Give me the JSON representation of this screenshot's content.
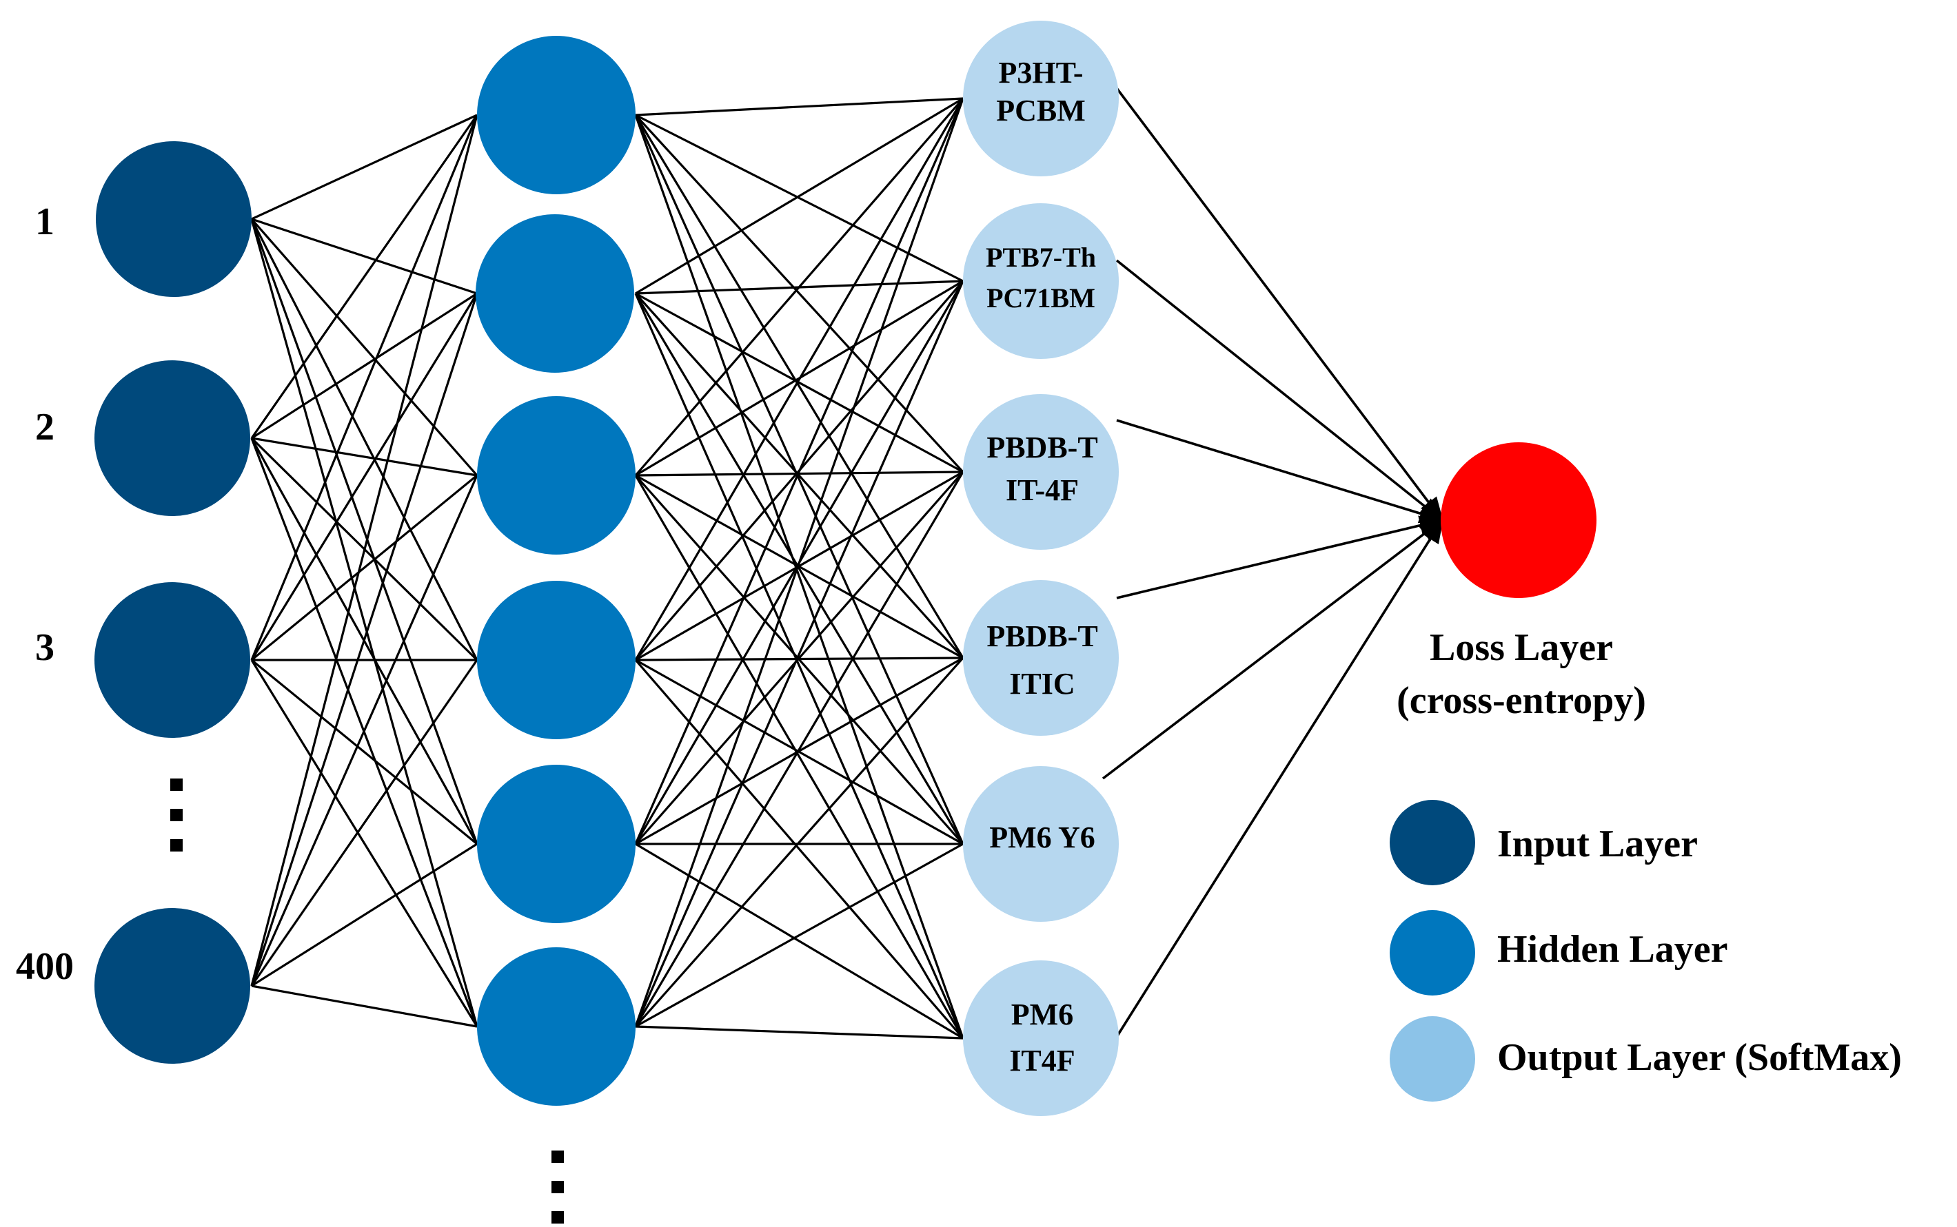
{
  "colors": {
    "input": "#00497c",
    "hidden": "#0077be",
    "output": "#b6d7ef",
    "legend_output": "#8cc3e8",
    "loss": "#ff0000",
    "edge": "#000000"
  },
  "input_layer": {
    "labels": [
      "1",
      "2",
      "3",
      "400"
    ]
  },
  "output_layer": {
    "nodes": [
      {
        "lines": [
          "P3HT-",
          "PCBM"
        ]
      },
      {
        "lines": [
          "PTB7-Th",
          "PC71BM"
        ]
      },
      {
        "lines": [
          "PBDB-T",
          "IT-4F"
        ]
      },
      {
        "lines": [
          "PBDB-T",
          "ITIC"
        ]
      },
      {
        "lines": [
          "PM6 Y6"
        ]
      },
      {
        "lines": [
          "PM6",
          "IT4F"
        ]
      }
    ]
  },
  "loss_layer": {
    "label_line1": "Loss Layer",
    "label_line2": "(cross-entropy)"
  },
  "legend": {
    "input": "Input Layer",
    "hidden": "Hidden Layer",
    "output": "Output Layer (SoftMax)"
  }
}
